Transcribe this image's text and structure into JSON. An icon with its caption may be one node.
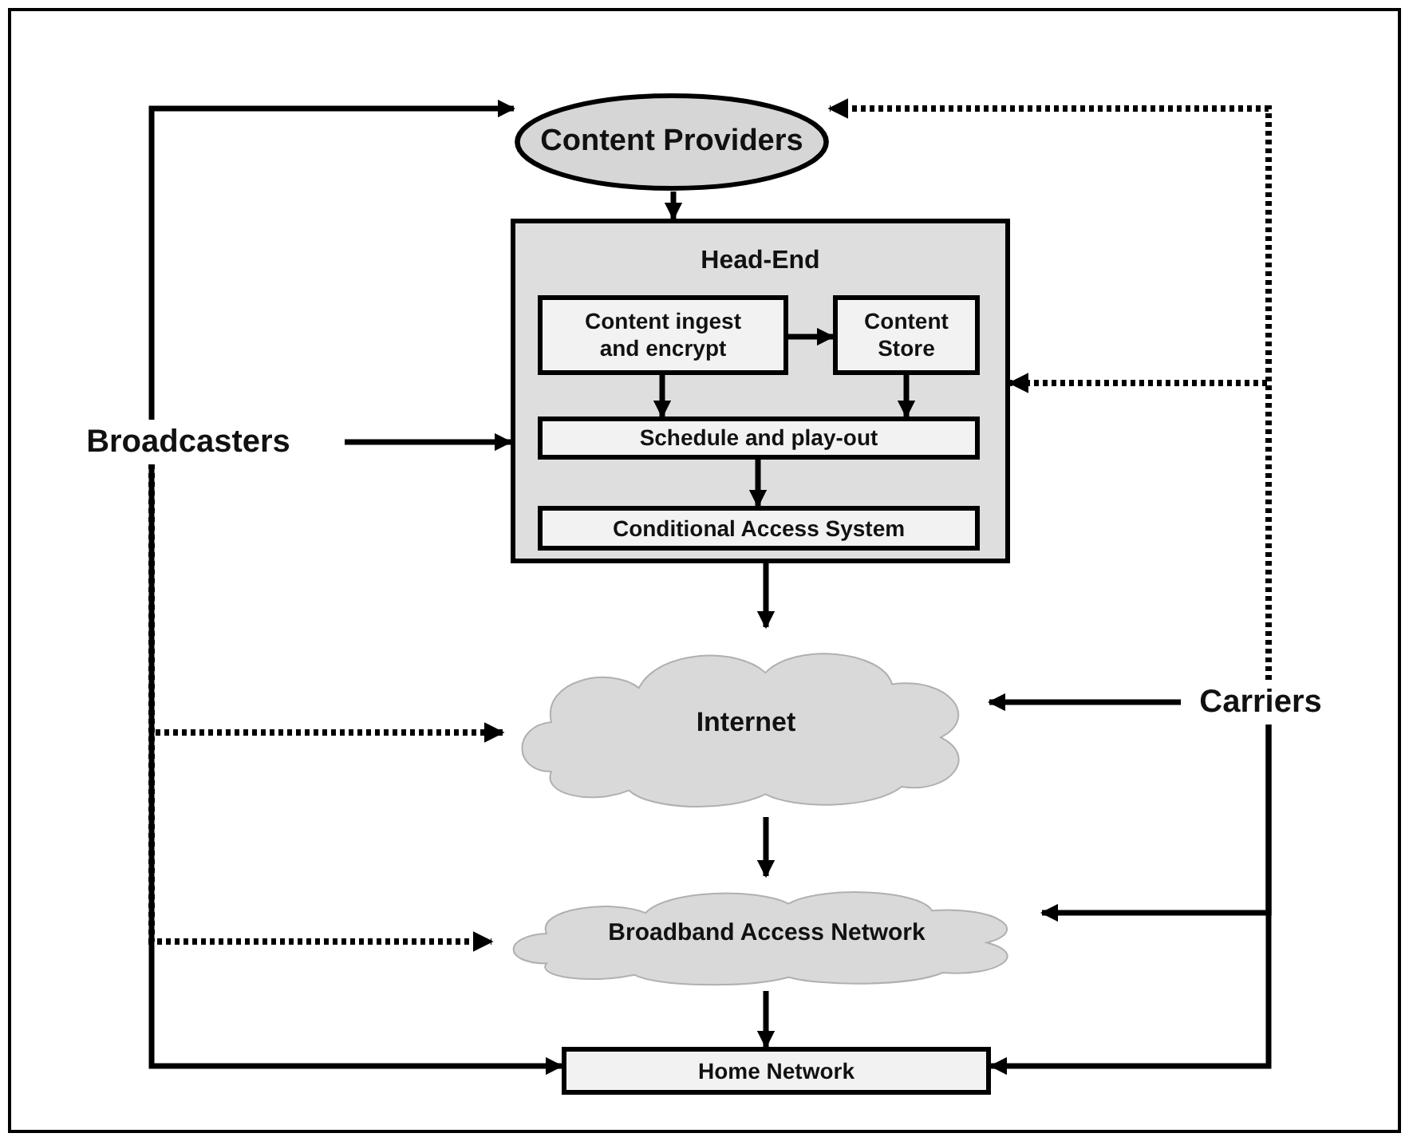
{
  "diagram": {
    "nodes": [
      {
        "text": [
          "Content Providers"
        ]
      },
      {
        "text": [
          "Head-End"
        ]
      },
      {
        "text": [
          "Content ingest and encrypt"
        ],
        "in": 1
      },
      {
        "text": [
          "Content Store"
        ],
        "in": 1
      },
      {
        "text": [
          "Schedule and play-out"
        ],
        "in": 1
      },
      {
        "text": [
          "Conditional Access System"
        ],
        "in": 1
      },
      {
        "text": [
          "Internet"
        ]
      },
      {
        "text": [
          "Broadband Access Network"
        ]
      },
      {
        "text": [
          "Home Network"
        ]
      },
      {
        "text": [
          "Broadcasters"
        ]
      },
      {
        "text": [
          "Carriers"
        ]
      }
    ],
    "edges": [
      {
        "from": 0,
        "to": 1,
        "arrow": "to"
      },
      {
        "from": 2,
        "to": 3,
        "arrow": "to"
      },
      {
        "from": 2,
        "to": 4,
        "arrow": "to"
      },
      {
        "from": 3,
        "to": 4,
        "arrow": "to"
      },
      {
        "from": 4,
        "to": 5,
        "arrow": "to"
      },
      {
        "from": 1,
        "to": 6,
        "arrow": "to"
      },
      {
        "from": 6,
        "to": 7,
        "arrow": "to"
      },
      {
        "from": 7,
        "to": 8,
        "arrow": "to"
      },
      {
        "from": 9,
        "to": 0,
        "arrow": "to"
      },
      {
        "from": 9,
        "to": 1,
        "arrow": "to"
      },
      {
        "from": 9,
        "to": 6,
        "arrow": "to",
        "style": "dashed"
      },
      {
        "from": 9,
        "to": 7,
        "arrow": "to",
        "style": "dashed"
      },
      {
        "from": 9,
        "to": 8,
        "arrow": "to"
      },
      {
        "from": 10,
        "to": 0,
        "arrow": "to",
        "style": "dashed"
      },
      {
        "from": 10,
        "to": 1,
        "arrow": "to",
        "style": "dashed"
      },
      {
        "from": 10,
        "to": 6,
        "arrow": "to"
      },
      {
        "from": 10,
        "to": 7,
        "arrow": "to"
      },
      {
        "from": 10,
        "to": 8,
        "arrow": "to"
      }
    ]
  }
}
